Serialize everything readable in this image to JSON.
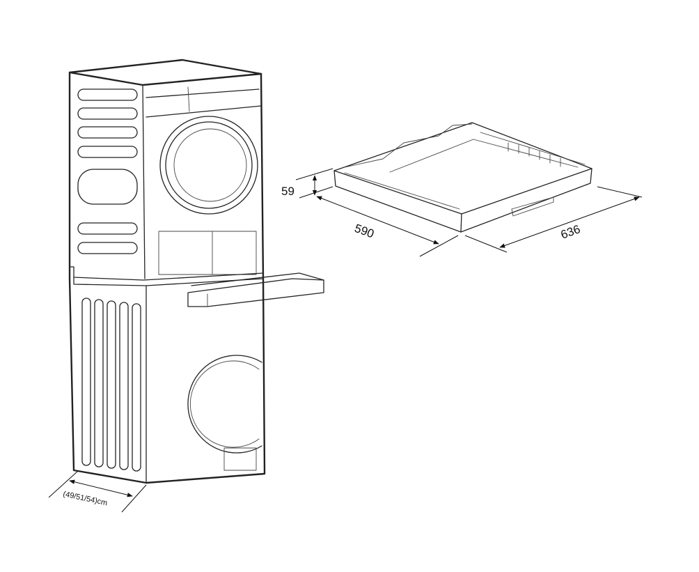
{
  "diagram": {
    "stack_width_label": "(49/51/54)cm",
    "pedestal": {
      "height_label": "59",
      "depth_label": "590",
      "width_label": "636"
    }
  },
  "colors": {
    "line": "#222222",
    "background": "#ffffff"
  }
}
